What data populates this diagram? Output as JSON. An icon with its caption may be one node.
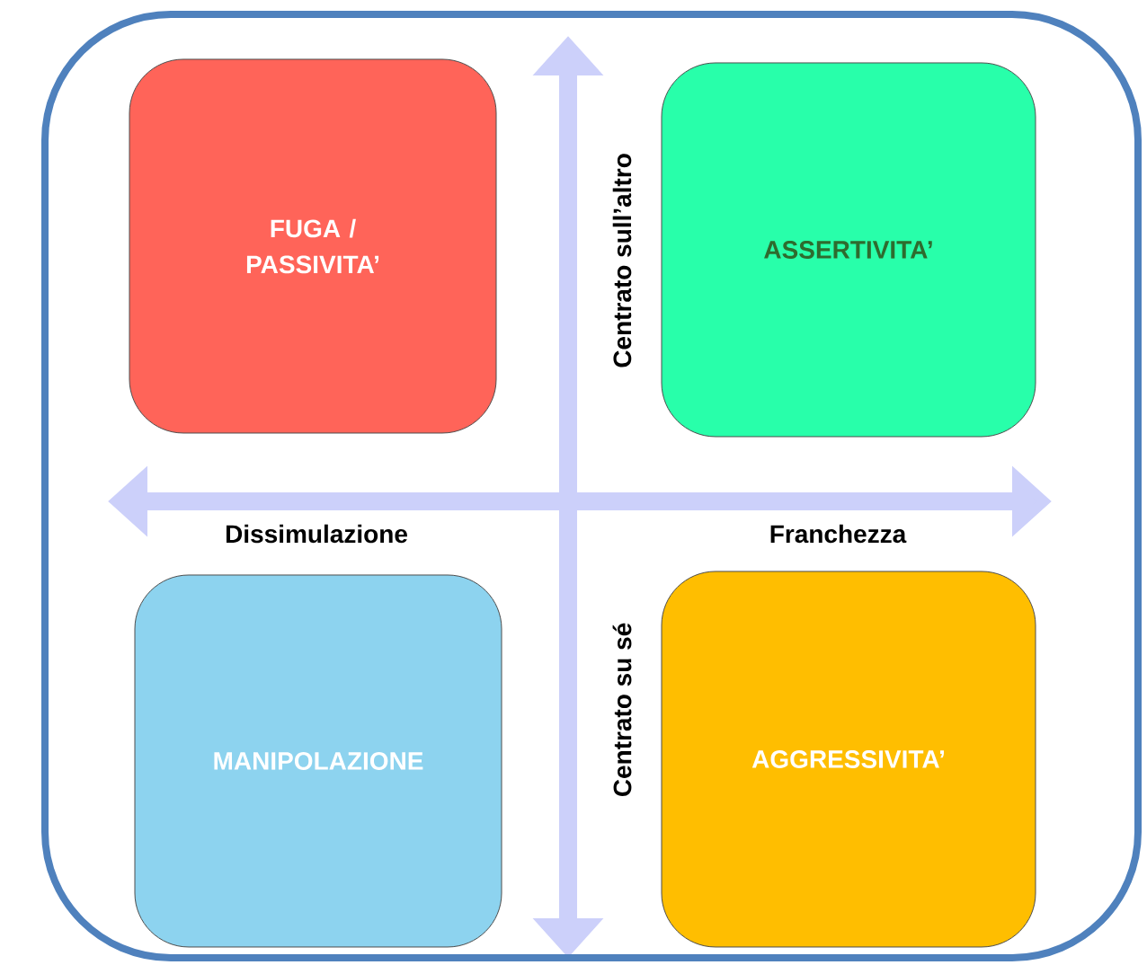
{
  "diagram": {
    "nodes": [
      {
        "text": [],
        "shape": "box"
      },
      {
        "text": [
          "FUGA / PASSIVITA’"
        ],
        "in": 0
      },
      {
        "text": [
          "ASSERTIVITA’"
        ],
        "in": 0
      },
      {
        "text": [
          "MANIPOLAZIONE"
        ],
        "in": 0
      },
      {
        "text": [
          "AGGRESSIVITA’"
        ],
        "in": 0
      }
    ],
    "labels": [
      "Centrato sull’altro",
      "Dissimulazione",
      "Franchezza",
      "Centrato su sé"
    ]
  }
}
